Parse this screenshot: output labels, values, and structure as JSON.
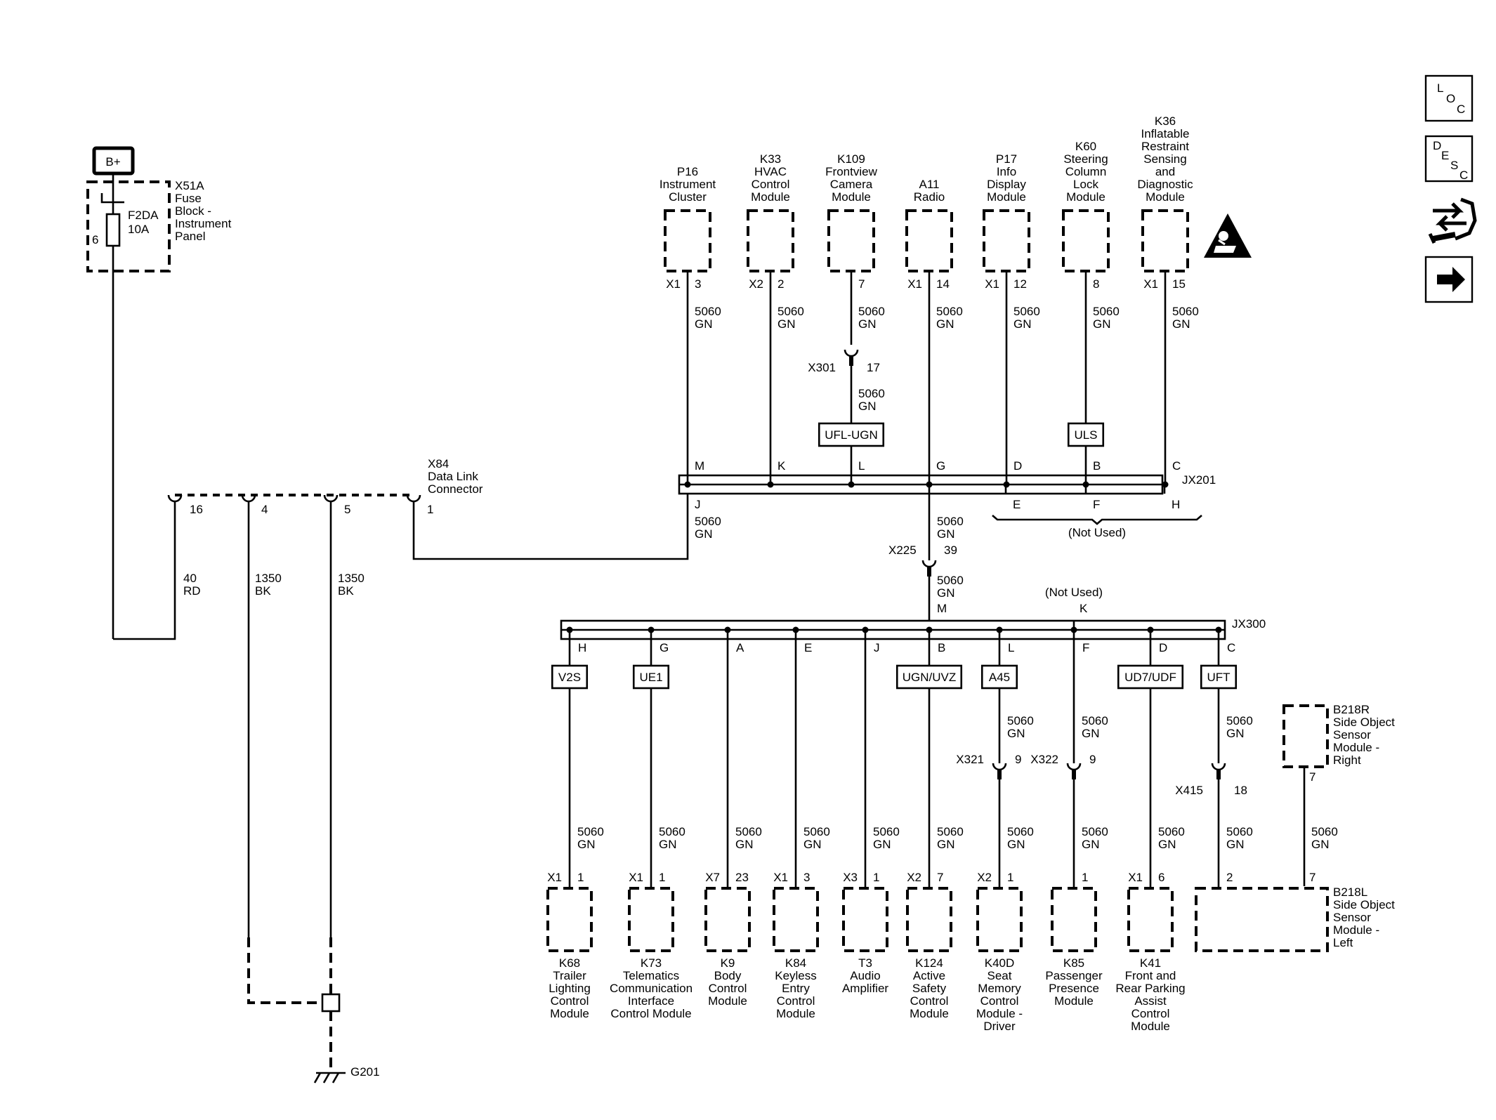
{
  "power": {
    "label": "B+"
  },
  "fuse_block": {
    "name": [
      "X51A",
      "Fuse",
      "Block -",
      "Instrument",
      "Panel"
    ],
    "fuse": [
      "F2DA",
      "10A"
    ],
    "pin": "6"
  },
  "ground": {
    "label": "G201"
  },
  "dlc": {
    "name": [
      "X84",
      "Data Link",
      "Connector"
    ],
    "pins": [
      "16",
      "4",
      "5",
      "1"
    ],
    "wires": [
      [
        "40",
        "RD"
      ],
      [
        "1350",
        "BK"
      ],
      [
        "1350",
        "BK"
      ]
    ]
  },
  "wire": [
    "5060",
    "GN"
  ],
  "top_modules": [
    {
      "name": [
        "P16",
        "Instrument",
        "Cluster"
      ],
      "conn": "X1",
      "pin": "3",
      "splice_pin": "M"
    },
    {
      "name": [
        "K33",
        "HVAC",
        "Control",
        "Module"
      ],
      "conn": "X2",
      "pin": "2",
      "splice_pin": "K"
    },
    {
      "name": [
        "K109",
        "Frontview",
        "Camera",
        "Module"
      ],
      "conn": "",
      "pin": "7",
      "splice_pin": "L",
      "inline": {
        "name": "X301",
        "pin": "17"
      },
      "tag": "UFL-UGN"
    },
    {
      "name": [
        "A11",
        "Radio"
      ],
      "conn": "X1",
      "pin": "14",
      "splice_pin": "G"
    },
    {
      "name": [
        "P17",
        "Info",
        "Display",
        "Module"
      ],
      "conn": "X1",
      "pin": "12",
      "splice_pin": "D"
    },
    {
      "name": [
        "K60",
        "Steering",
        "Column",
        "Lock",
        "Module"
      ],
      "conn": "",
      "pin": "8",
      "splice_pin": "B",
      "tag": "ULS"
    },
    {
      "name": [
        "K36",
        "Inflatable",
        "Restraint",
        "Sensing",
        "and",
        "Diagnostic",
        "Module"
      ],
      "conn": "X1",
      "pin": "15",
      "splice_pin": "C"
    }
  ],
  "jx201": {
    "name": "JX201",
    "lower_pins": [
      "J",
      "E",
      "F",
      "H"
    ],
    "not_used": "(Not Used)"
  },
  "x225": {
    "name": "X225",
    "pin": "39"
  },
  "jx300": {
    "name": "JX300",
    "top_pin": "M",
    "k_pin": "K",
    "not_used": "(Not Used)"
  },
  "bottom_modules": [
    {
      "name": [
        "K68",
        "Trailer",
        "Lighting",
        "Control",
        "Module"
      ],
      "conn": "X1",
      "pin": "1",
      "splice_pin": "H",
      "tag": "V2S"
    },
    {
      "name": [
        "K73",
        "Telematics",
        "Communication",
        "Interface",
        "Control Module"
      ],
      "conn": "X1",
      "pin": "1",
      "splice_pin": "G",
      "tag": "UE1"
    },
    {
      "name": [
        "K9",
        "Body",
        "Control",
        "Module"
      ],
      "conn": "X7",
      "pin": "23",
      "splice_pin": "A"
    },
    {
      "name": [
        "K84",
        "Keyless",
        "Entry",
        "Control",
        "Module"
      ],
      "conn": "X1",
      "pin": "3",
      "splice_pin": "E"
    },
    {
      "name": [
        "T3",
        "Audio",
        "Amplifier"
      ],
      "conn": "X3",
      "pin": "1",
      "splice_pin": "J"
    },
    {
      "name": [
        "K124",
        "Active",
        "Safety",
        "Control",
        "Module"
      ],
      "conn": "X2",
      "pin": "7",
      "splice_pin": "B",
      "tag": "UGN/UVZ"
    },
    {
      "name": [
        "K40D",
        "Seat",
        "Memory",
        "Control",
        "Module -",
        "Driver"
      ],
      "conn": "X2",
      "pin": "1",
      "splice_pin": "L",
      "tag": "A45",
      "inline": {
        "name": "X321",
        "pin": "9"
      }
    },
    {
      "name": [
        "K85",
        "Passenger",
        "Presence",
        "Module"
      ],
      "conn": "",
      "pin": "1",
      "splice_pin": "F",
      "inline": {
        "name": "X322",
        "pin": "9"
      }
    },
    {
      "name": [
        "K41",
        "Front and",
        "Rear Parking",
        "Assist",
        "Control",
        "Module"
      ],
      "conn": "X1",
      "pin": "6",
      "splice_pin": "D",
      "tag": "UD7/UDF"
    },
    {
      "name": [
        "B218L",
        "Side Object",
        "Sensor",
        "Module -",
        "Left"
      ],
      "conn": "",
      "pin": "2",
      "splice_pin": "C",
      "tag": "UFT",
      "inline": {
        "name": "X415",
        "pin": "18"
      }
    }
  ],
  "b218r": {
    "name": [
      "B218R",
      "Side Object",
      "Sensor",
      "Module -",
      "Right"
    ],
    "pin": "7",
    "pin_left": "7"
  },
  "nav_icons": {
    "loc": [
      "L",
      "O",
      "C"
    ],
    "desc": [
      "D",
      "E",
      "S",
      "C"
    ],
    "repair": "repair-icon",
    "next": "next-arrow-icon"
  }
}
